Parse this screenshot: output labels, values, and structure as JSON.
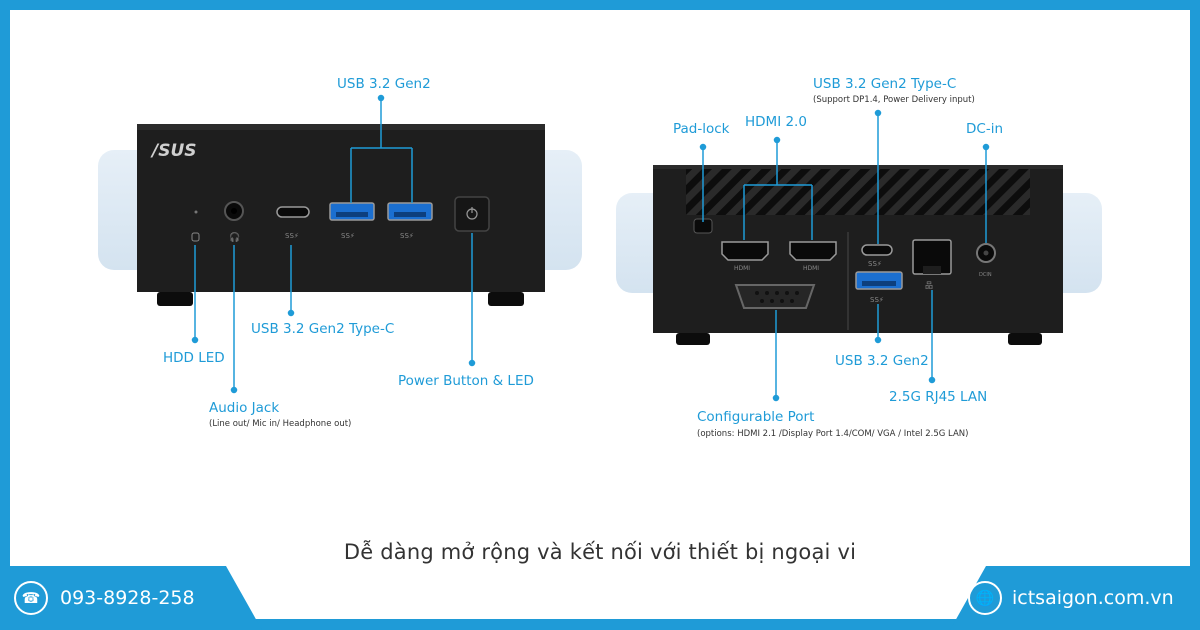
{
  "front_labels": {
    "usb_top": "USB 3.2 Gen2",
    "hdd_led": "HDD LED",
    "usb_typec": "USB 3.2 Gen2 Type-C",
    "power_button": "Power Button & LED",
    "audio_jack": "Audio Jack",
    "audio_jack_sub": "(Line out/ Mic in/ Headphone out)",
    "logo": "/SUS"
  },
  "rear_labels": {
    "pad_lock": "Pad-lock",
    "hdmi": "HDMI 2.0",
    "usb_typec": "USB 3.2 Gen2 Type-C",
    "usb_typec_sub": "(Support DP1.4, Power Delivery input)",
    "dc_in": "DC-in",
    "usb_gen2": "USB 3.2 Gen2",
    "lan": "2.5G RJ45 LAN",
    "config_port": "Configurable Port",
    "config_port_sub": "(options: HDMI 2.1 /Display Port 1.4/COM/ VGA / Intel 2.5G LAN)"
  },
  "caption": "Dễ dàng mở rộng và kết nối với thiết bị ngoại vi",
  "footer": {
    "phone": "093-8928-258",
    "website": "ictsaigon.com.vn",
    "phone_icon": "headset-phone-icon",
    "web_icon": "globe-www-icon"
  },
  "colors": {
    "accent": "#1f9bd7",
    "device": "#1e1e1e",
    "glow": "#dbe8f3"
  }
}
